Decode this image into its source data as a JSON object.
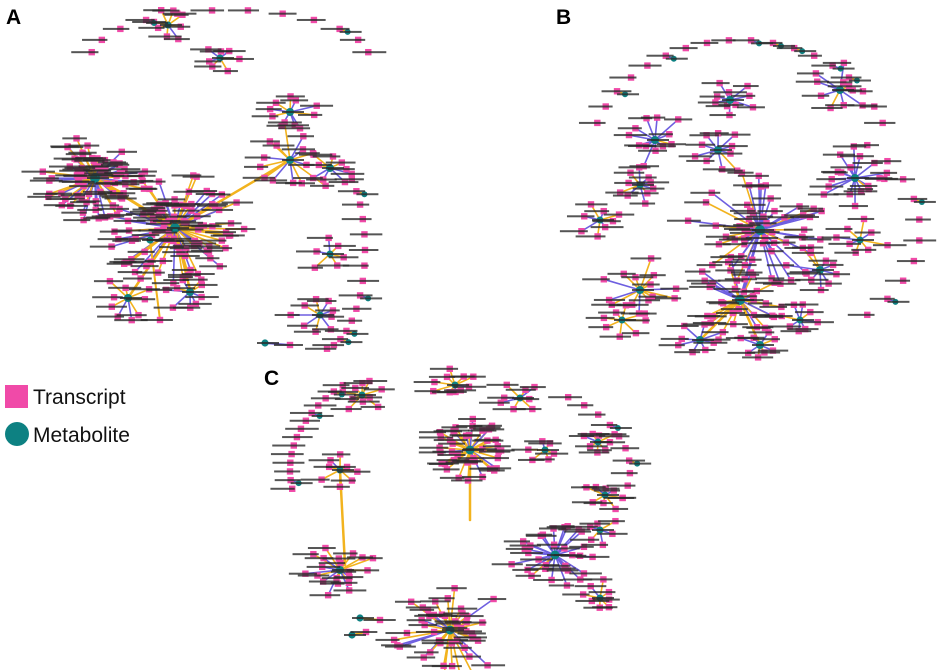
{
  "panels": [
    {
      "id": "A",
      "label": "A"
    },
    {
      "id": "B",
      "label": "B"
    },
    {
      "id": "C",
      "label": "C"
    }
  ],
  "legend": {
    "transcript": {
      "label": "Transcript",
      "color": "#f04aa8"
    },
    "metabolite": {
      "label": "Metabolite",
      "color": "#0d8182"
    }
  },
  "edge_colors": {
    "positive": "#f2b31e",
    "negative": "#6e5fe0"
  }
}
